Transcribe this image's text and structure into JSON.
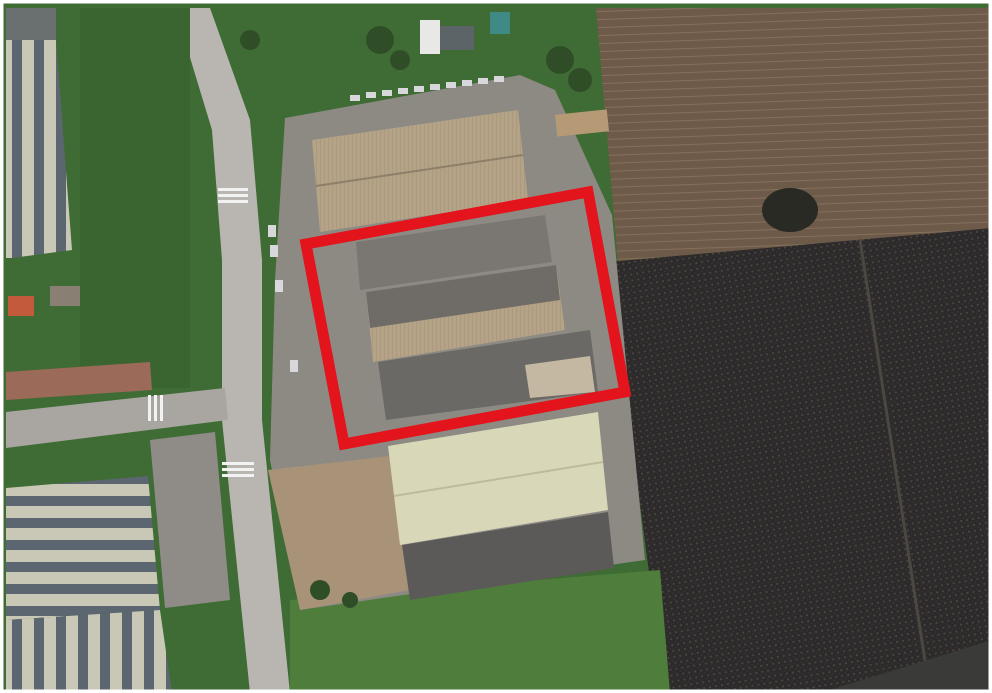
{
  "map": {
    "view": "aerial-satellite",
    "features": [
      "industrial-buildings",
      "road",
      "crosswalks",
      "parking-lot",
      "plowed-field",
      "dark-crop-field",
      "grass-lawn",
      "trees"
    ]
  },
  "highlight": {
    "shape": "rotated-rectangle",
    "color": "#e3141c",
    "target": "highlighted-industrial-building"
  },
  "colors": {
    "road": "#b9b6b2",
    "grass": "#3f6b34",
    "field_plowed": "#6e5a48",
    "field_dark": "#2c2a2a",
    "roof_beige": "#b5a387",
    "roof_grey": "#7a7772",
    "roof_light": "#d8d7b8"
  }
}
